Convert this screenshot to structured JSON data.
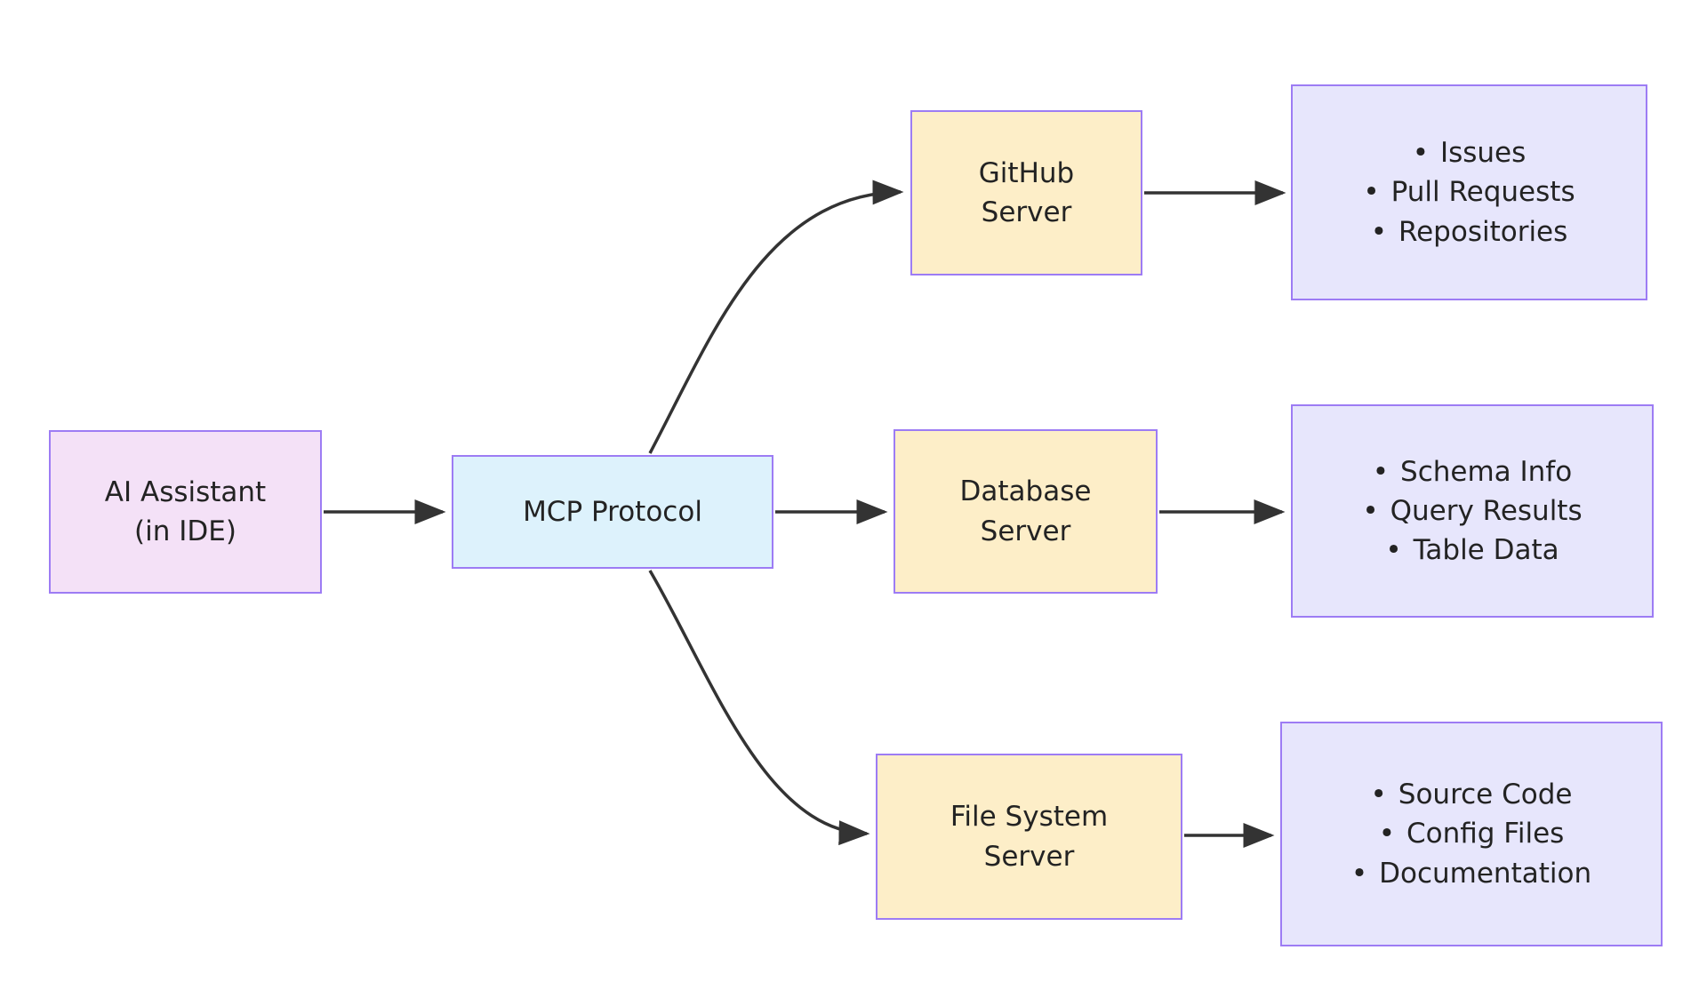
{
  "diagram": {
    "type": "flowchart",
    "direction": "left-to-right",
    "background_color": "#ffffff",
    "edge_color": "#333333",
    "border_color": "#9d7cf4",
    "text_color": "#232323"
  },
  "nodes": {
    "client": {
      "id": "ai-assistant",
      "lines": [
        "AI Assistant",
        "(in IDE)"
      ],
      "fill": "#f4e1f7"
    },
    "protocol": {
      "id": "mcp-protocol",
      "lines": [
        "MCP Protocol"
      ],
      "fill": "#ddf2fc"
    },
    "servers": [
      {
        "id": "github-server",
        "lines": [
          "GitHub",
          "Server"
        ],
        "fill": "#fdeec8"
      },
      {
        "id": "database-server",
        "lines": [
          "Database",
          "Server"
        ],
        "fill": "#fdeec8"
      },
      {
        "id": "filesystem-server",
        "lines": [
          "File System",
          "Server"
        ],
        "fill": "#fdeec8"
      }
    ],
    "results": [
      {
        "id": "github-results",
        "bullet": "•",
        "items": [
          "Issues",
          "Pull Requests",
          "Repositories"
        ],
        "fill": "#e7e6fc"
      },
      {
        "id": "database-results",
        "bullet": "•",
        "items": [
          "Schema Info",
          "Query Results",
          "Table Data"
        ],
        "fill": "#e7e6fc"
      },
      {
        "id": "filesystem-results",
        "bullet": "•",
        "items": [
          "Source Code",
          "Config Files",
          "Documentation"
        ],
        "fill": "#e7e6fc"
      }
    ]
  },
  "edges": [
    {
      "id": "edge-client-protocol",
      "from": "ai-assistant",
      "to": "mcp-protocol",
      "label": ""
    },
    {
      "id": "edge-protocol-github",
      "from": "mcp-protocol",
      "to": "github-server",
      "label": ""
    },
    {
      "id": "edge-protocol-database",
      "from": "mcp-protocol",
      "to": "database-server",
      "label": ""
    },
    {
      "id": "edge-protocol-filesystem",
      "from": "mcp-protocol",
      "to": "filesystem-server",
      "label": ""
    },
    {
      "id": "edge-github-results",
      "from": "github-server",
      "to": "github-results",
      "label": ""
    },
    {
      "id": "edge-database-results",
      "from": "database-server",
      "to": "database-results",
      "label": ""
    },
    {
      "id": "edge-filesystem-results",
      "from": "filesystem-server",
      "to": "filesystem-results",
      "label": ""
    }
  ]
}
